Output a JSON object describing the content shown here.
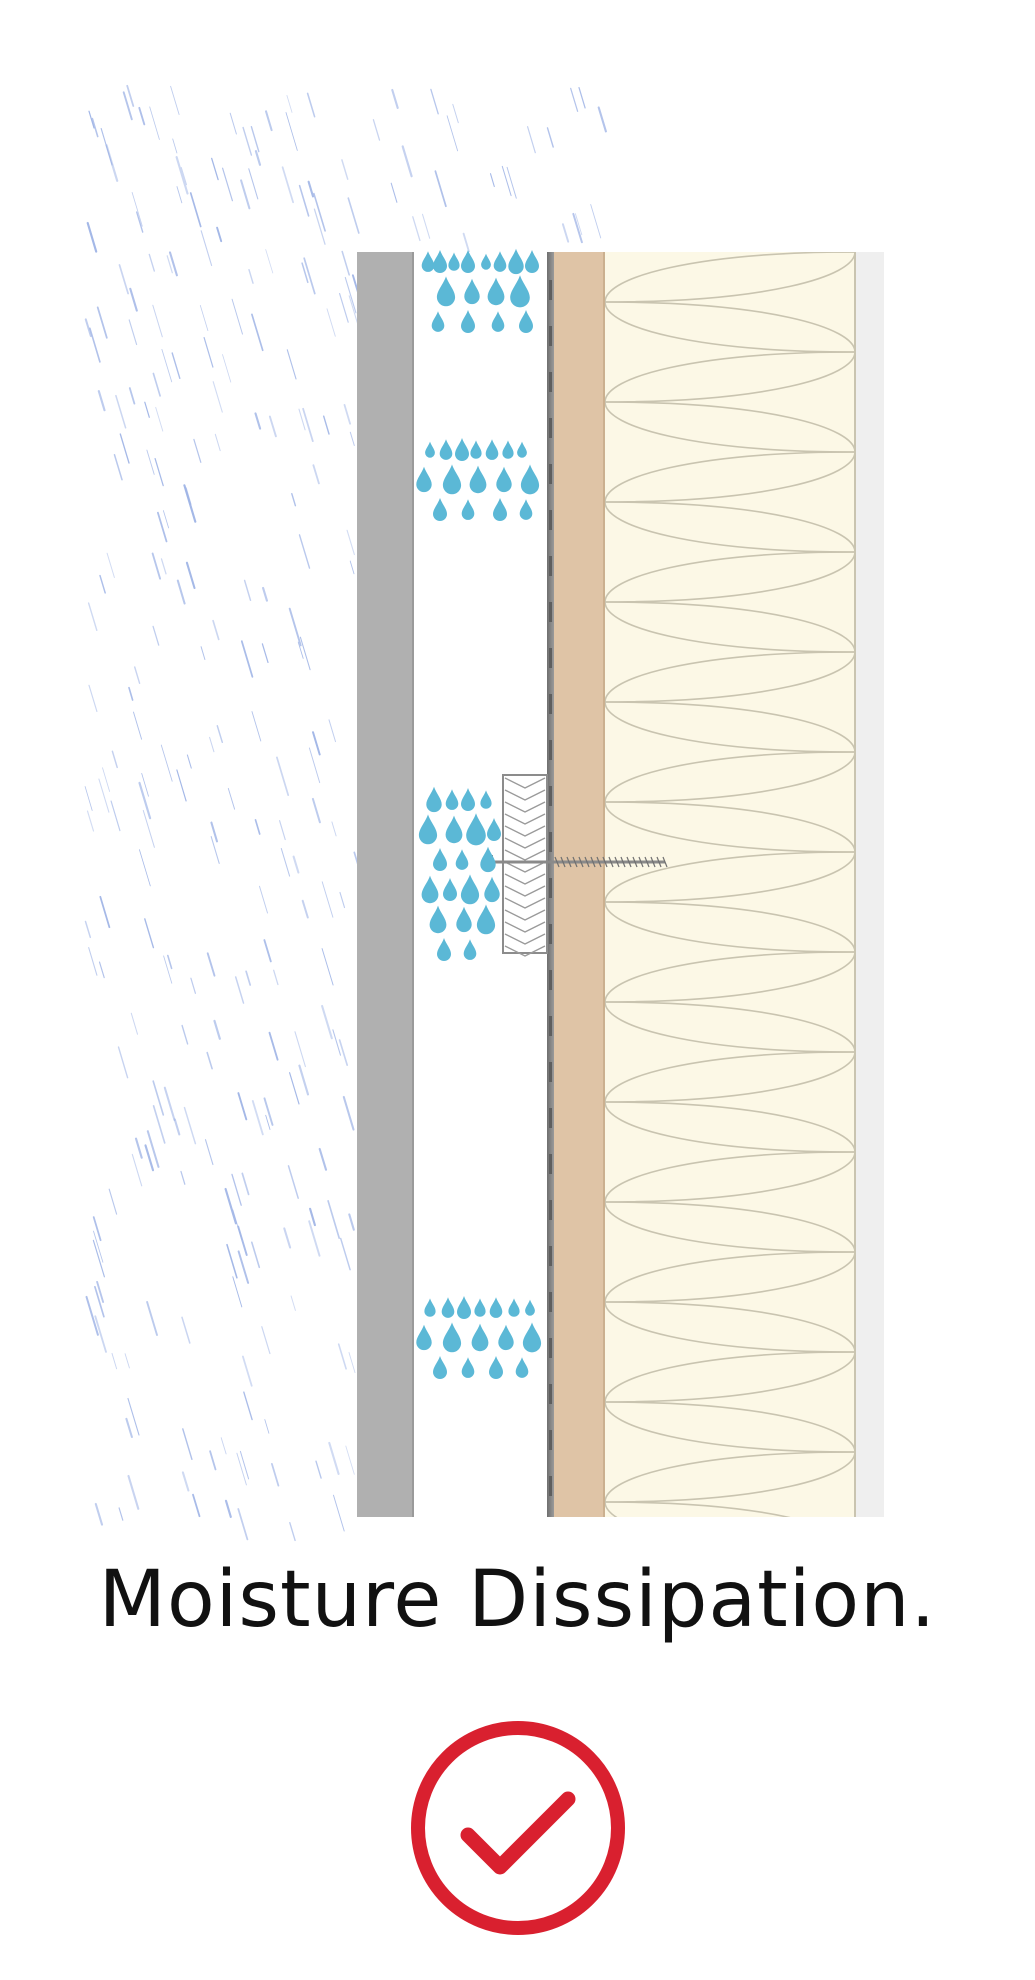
{
  "caption": {
    "text": "Moisture Dissipation."
  },
  "diagram": {
    "layers": [
      {
        "name": "rain",
        "color": "#9fb4e6"
      },
      {
        "name": "cladding-board",
        "color": "#b0b0b0"
      },
      {
        "name": "ventilated-cavity",
        "color": "#ffffff"
      },
      {
        "name": "membrane",
        "color": "#8a8a8a"
      },
      {
        "name": "timber-sheathing",
        "color": "#dfc4a6"
      },
      {
        "name": "insulation",
        "color": "#fcf8e6"
      },
      {
        "name": "interior-lining",
        "color": "#efefef"
      }
    ],
    "droplet_color": "#5bb8d6"
  },
  "status": {
    "icon": "checkmark-icon",
    "color": "#d9202f"
  }
}
